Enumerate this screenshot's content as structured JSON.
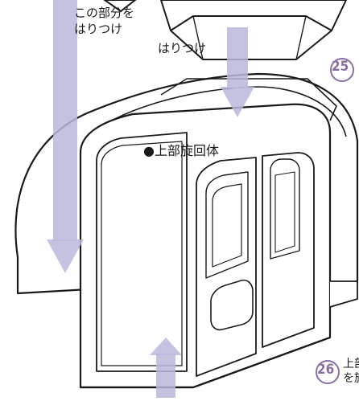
{
  "labels": {
    "attach_this_part": "この部分を\nはりつけ",
    "attach": "はりつけ",
    "upper_swing_body": "●上部旋回体",
    "step_26_text": "上部\nを旋"
  },
  "steps": {
    "step_25": "25",
    "step_26": "26"
  },
  "colors": {
    "arrow": "#b9b8dc",
    "outline": "#1a1a1a",
    "step": "#8a6fa0"
  }
}
